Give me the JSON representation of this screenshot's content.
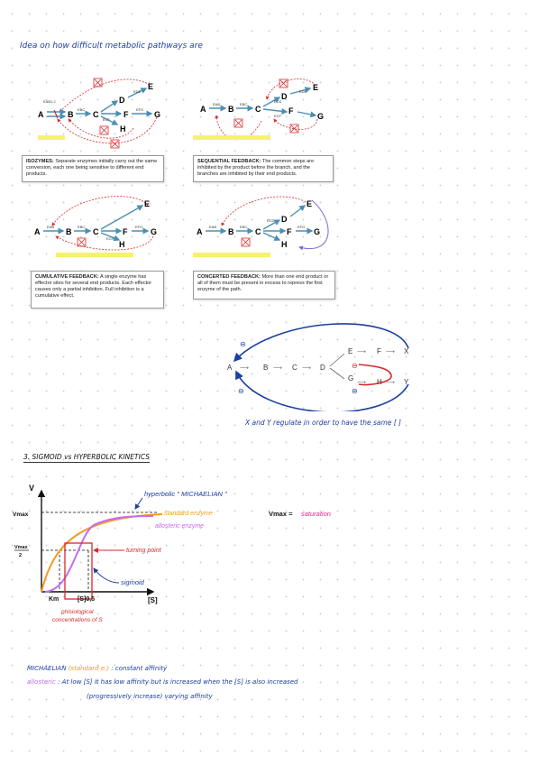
{
  "heading_top": "Idea on how difficult metabolic pathways are",
  "pathway_letters": {
    "A": "A",
    "B": "B",
    "C": "C",
    "D": "D",
    "E": "E",
    "F": "F",
    "G": "G",
    "H": "H"
  },
  "enzyme_labels": {
    "eab12": "EAB1,2",
    "e_ab": "EAB",
    "e_bc": "EBC",
    "e_cd": "ECD",
    "e_cf": "ECF",
    "e_ch": "ECH",
    "e_de": "EDE",
    "e_fg": "EFG"
  },
  "panels": [
    {
      "title": "ISOZYMES:",
      "text": "Separate enzymes initially carry out the same conversion, each one being sensitive to different end products."
    },
    {
      "title": "SEQUENTIAL FEEDBACK:",
      "text": "The common steps are inhibited by the product before the branch, and the branches are inhibited by their end products."
    },
    {
      "title": "CUMULATIVE FEEDBACK:",
      "text": "A single enzyme has effector sites for several end products. Each effector causes only a partial inhibition. Full inhibition is a cumulative effect."
    },
    {
      "title": "CONCERTED FEEDBACK:",
      "text": "More than one end product or all of them must be present in excess to repress the first enzyme of the path."
    }
  ],
  "sketch": {
    "nodes": [
      "A",
      "B",
      "C",
      "D",
      "E",
      "F",
      "X",
      "G",
      "H",
      "Y"
    ],
    "signs": [
      "⊖",
      "⊖",
      "⊖",
      "⊖"
    ],
    "caption": "X and Y regulate in order to have the same [ ]"
  },
  "heading_section": "3. SIGMOID vs HYPERBOLIC KINETICS",
  "graph": {
    "y_axis": "V",
    "vmax": "Vmax",
    "vmax_half_top": "Vmax",
    "vmax_half_bottom": "2",
    "km": "Km",
    "s05": "[S]0,5",
    "s_axis": "[S]",
    "hyperbolic_label": "hyperbolic \" MICHAELIAN \"",
    "standard_label": "standard enzyme",
    "allosteric_label": "allosteric enzyme",
    "turning_label": "turning point",
    "sigmoid_label": "sigmoid",
    "phys_1": "phisiological",
    "phys_2": "concentrations of S",
    "vmax_eq_prefix": "Vmax = ",
    "vmax_eq_value": "saturation"
  },
  "notes": {
    "line1_term": "MICHAELIAN",
    "line1_paren": "(standard e.)",
    "line1_rest": ": constant affinity",
    "line2_term": "allosteric",
    "line2_rest": ": At low [S] it has low affinity but is increased when the [S] is also increased",
    "line3": "(progressively increase) varying affinity"
  },
  "colors": {
    "ink_blue": "#1b3fa0",
    "red": "#d62a2a",
    "orange": "#f59a23",
    "purple": "#c56cf0",
    "magenta": "#e8248f",
    "teal": "#4a8fb3",
    "yellow": "#f6f36a"
  }
}
